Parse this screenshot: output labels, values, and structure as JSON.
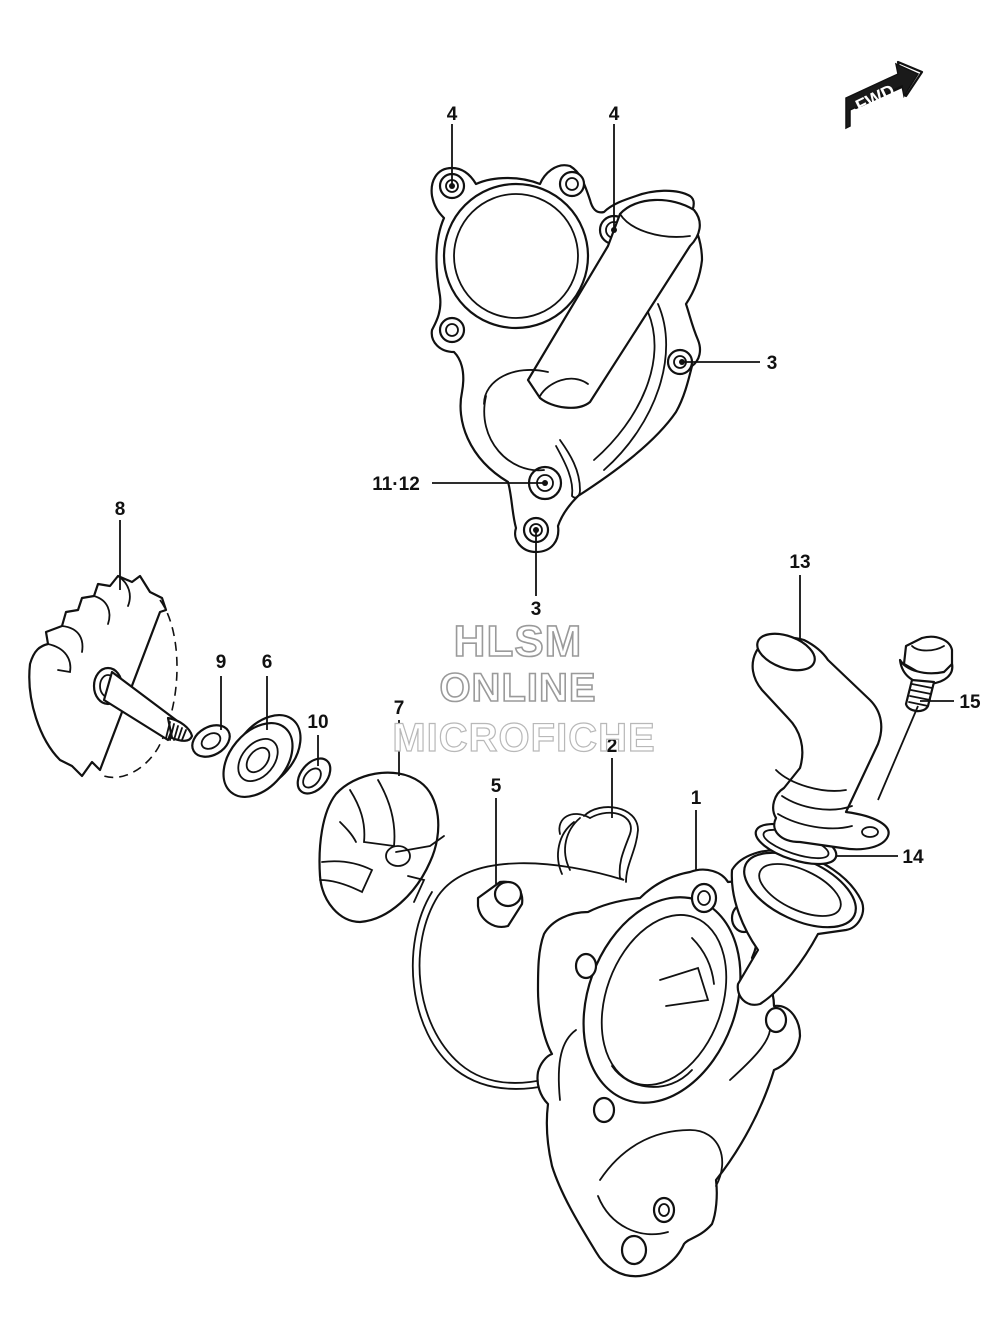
{
  "callouts": {
    "c4a": "4",
    "c4b": "4",
    "c3a": "3",
    "c1112": "11·12",
    "c3b": "3",
    "c8": "8",
    "c9": "9",
    "c6": "6",
    "c10": "10",
    "c7": "7",
    "c2": "2",
    "c5": "5",
    "c1": "1",
    "c13": "13",
    "c15": "15",
    "c14": "14"
  },
  "fwd_badge": "FWD",
  "watermark": {
    "line1": "HLSM",
    "line2": "ONLINE",
    "line3": "MICROFICHE"
  },
  "colors": {
    "ink": "#111111",
    "paper": "#ffffff",
    "watermark_outline": "#9a9a9a"
  }
}
